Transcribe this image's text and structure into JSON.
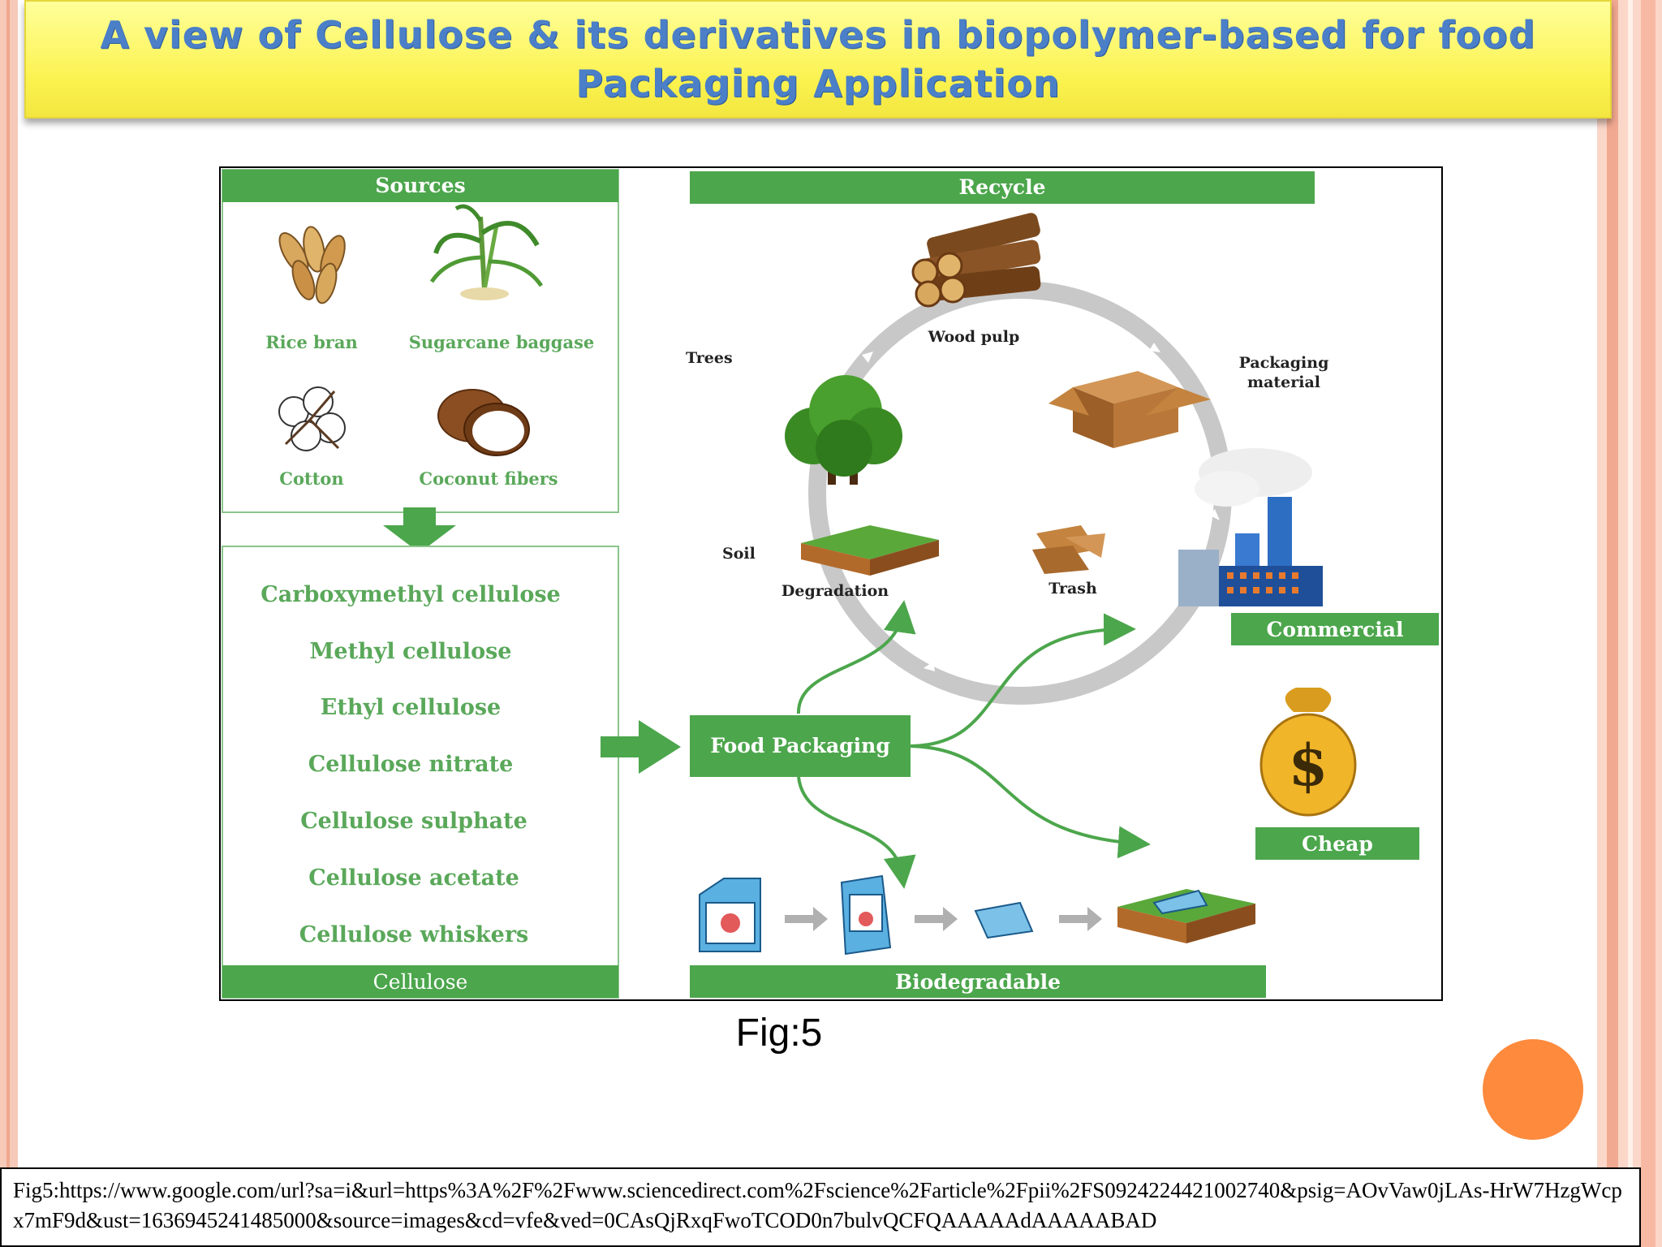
{
  "title": "A view of Cellulose & its derivatives in biopolymer-based for food Packaging Application",
  "diagram": {
    "sources_header": "Sources",
    "sources": [
      "Rice bran",
      "Sugarcane baggase",
      "Cotton",
      "Coconut fibers"
    ],
    "derivatives": [
      "Carboxymethyl cellulose",
      "Methyl cellulose",
      "Ethyl cellulose",
      "Cellulose nitrate",
      "Cellulose sulphate",
      "Cellulose acetate",
      "Cellulose whiskers"
    ],
    "cellulose_footer": "Cellulose",
    "recycle_header": "Recycle",
    "cycle": {
      "wood_pulp": "Wood pulp",
      "trees": "Trees",
      "packaging_material_line1": "Packaging",
      "packaging_material_line2": "material",
      "soil": "Soil",
      "degradation": "Degradation",
      "trash": "Trash"
    },
    "center": "Food Packaging",
    "commercial": "Commercial",
    "cheap": "Cheap",
    "biodegradable": "Biodegradable",
    "money_symbol": "$",
    "colors": {
      "green": "#4ca64c",
      "green_text": "#5aa85a",
      "arrow_gray": "#c8c8c8"
    }
  },
  "figure_caption": "Fig:5",
  "source_citation": "Fig5:https://www.google.com/url?sa=i&url=https%3A%2F%2Fwww.sciencedirect.com%2Fscience%2Farticle%2Fpii%2FS0924224421002740&psig=AOvVaw0jLAs-HrW7HzgWcpx7mF9d&ust=1636945241485000&source=images&cd=vfe&ved=0CAsQjRxqFwoTCOD0n7bulvQCFQAAAAAdAAAAABAD"
}
